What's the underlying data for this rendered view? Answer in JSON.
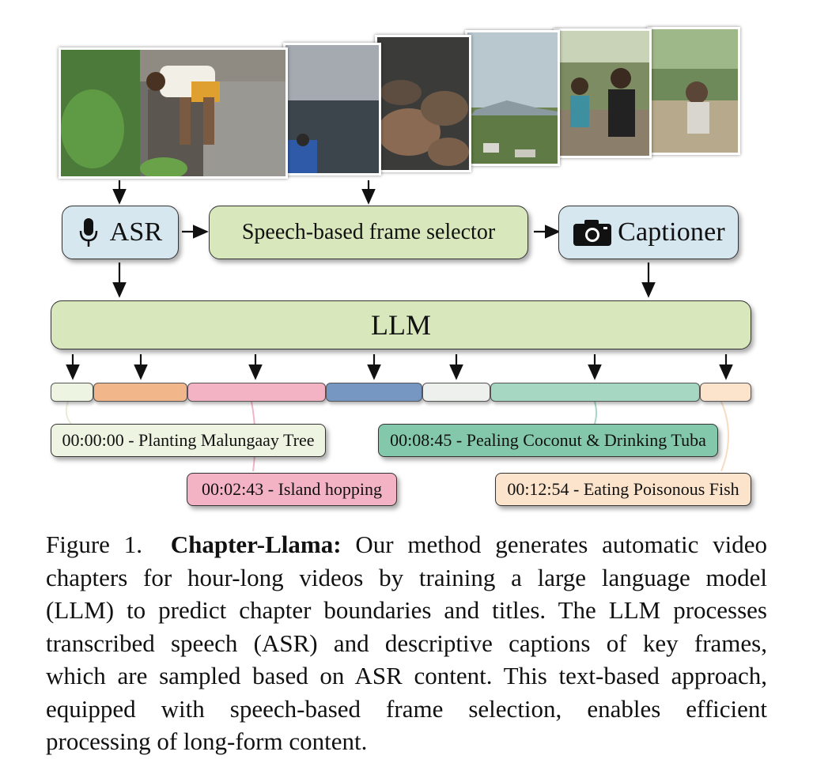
{
  "pipeline": {
    "asr": {
      "label": "ASR",
      "icon": "microphone-icon"
    },
    "selector": {
      "label": "Speech-based frame selector"
    },
    "captioner": {
      "label": "Captioner",
      "icon": "camera-icon"
    },
    "llm": {
      "label": "LLM"
    }
  },
  "timeline": {
    "segments": [
      {
        "color": "#edf4e2"
      },
      {
        "color": "#f1b78a"
      },
      {
        "color": "#f3b3c4"
      },
      {
        "color": "#7597c2"
      },
      {
        "color": "#eef0ee"
      },
      {
        "color": "#a5d7c3"
      },
      {
        "color": "#fbe3cc"
      }
    ],
    "chapters": [
      {
        "text": "00:00:00 - Planting Malungaay Tree",
        "color": "#edf4e2"
      },
      {
        "text": "00:02:43 - Island hopping",
        "color": "#f3b3c4"
      },
      {
        "text": "00:08:45 - Pealing Coconut & Drinking Tuba",
        "color": "#83c8aa"
      },
      {
        "text": "00:12:54 - Eating Poisonous Fish",
        "color": "#fbe3cc"
      }
    ]
  },
  "caption": {
    "prefix": "Figure 1.",
    "bold": "Chapter-Llama:",
    "line1": "Our method generates automatic video",
    "line2": "chapters for hour-long videos by training a large language model",
    "line3": "(LLM) to predict chapter boundaries and titles. The LLM processes",
    "line4": "transcribed speech (ASR) and descriptive captions of key frames,",
    "line5": "which are sampled based on ASR content. This text-based approach,",
    "line6": "equipped with speech-based frame selection, enables efficient",
    "line7": "processing of long-form content."
  }
}
